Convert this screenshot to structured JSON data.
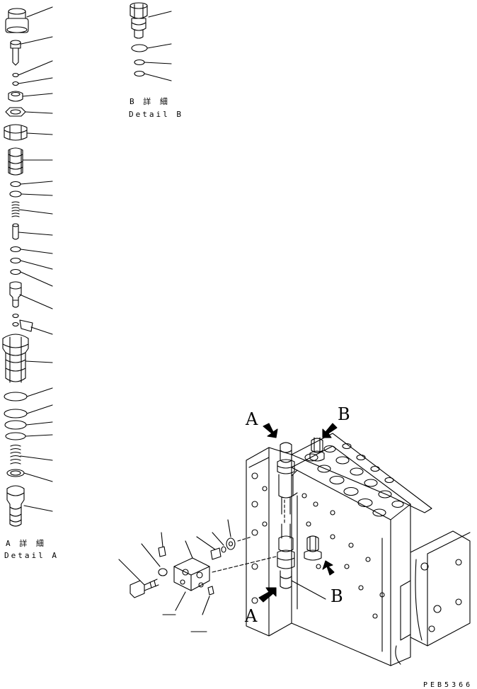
{
  "detail_a": {
    "jp": "A 詳 細",
    "en": "Detail A"
  },
  "detail_b": {
    "jp": "B 詳 細",
    "en": "Detail B"
  },
  "view_labels": {
    "a_top": "A",
    "b_top": "B",
    "a_bottom": "A",
    "b_bottom": "B"
  },
  "drawing_code": "PEB5366"
}
